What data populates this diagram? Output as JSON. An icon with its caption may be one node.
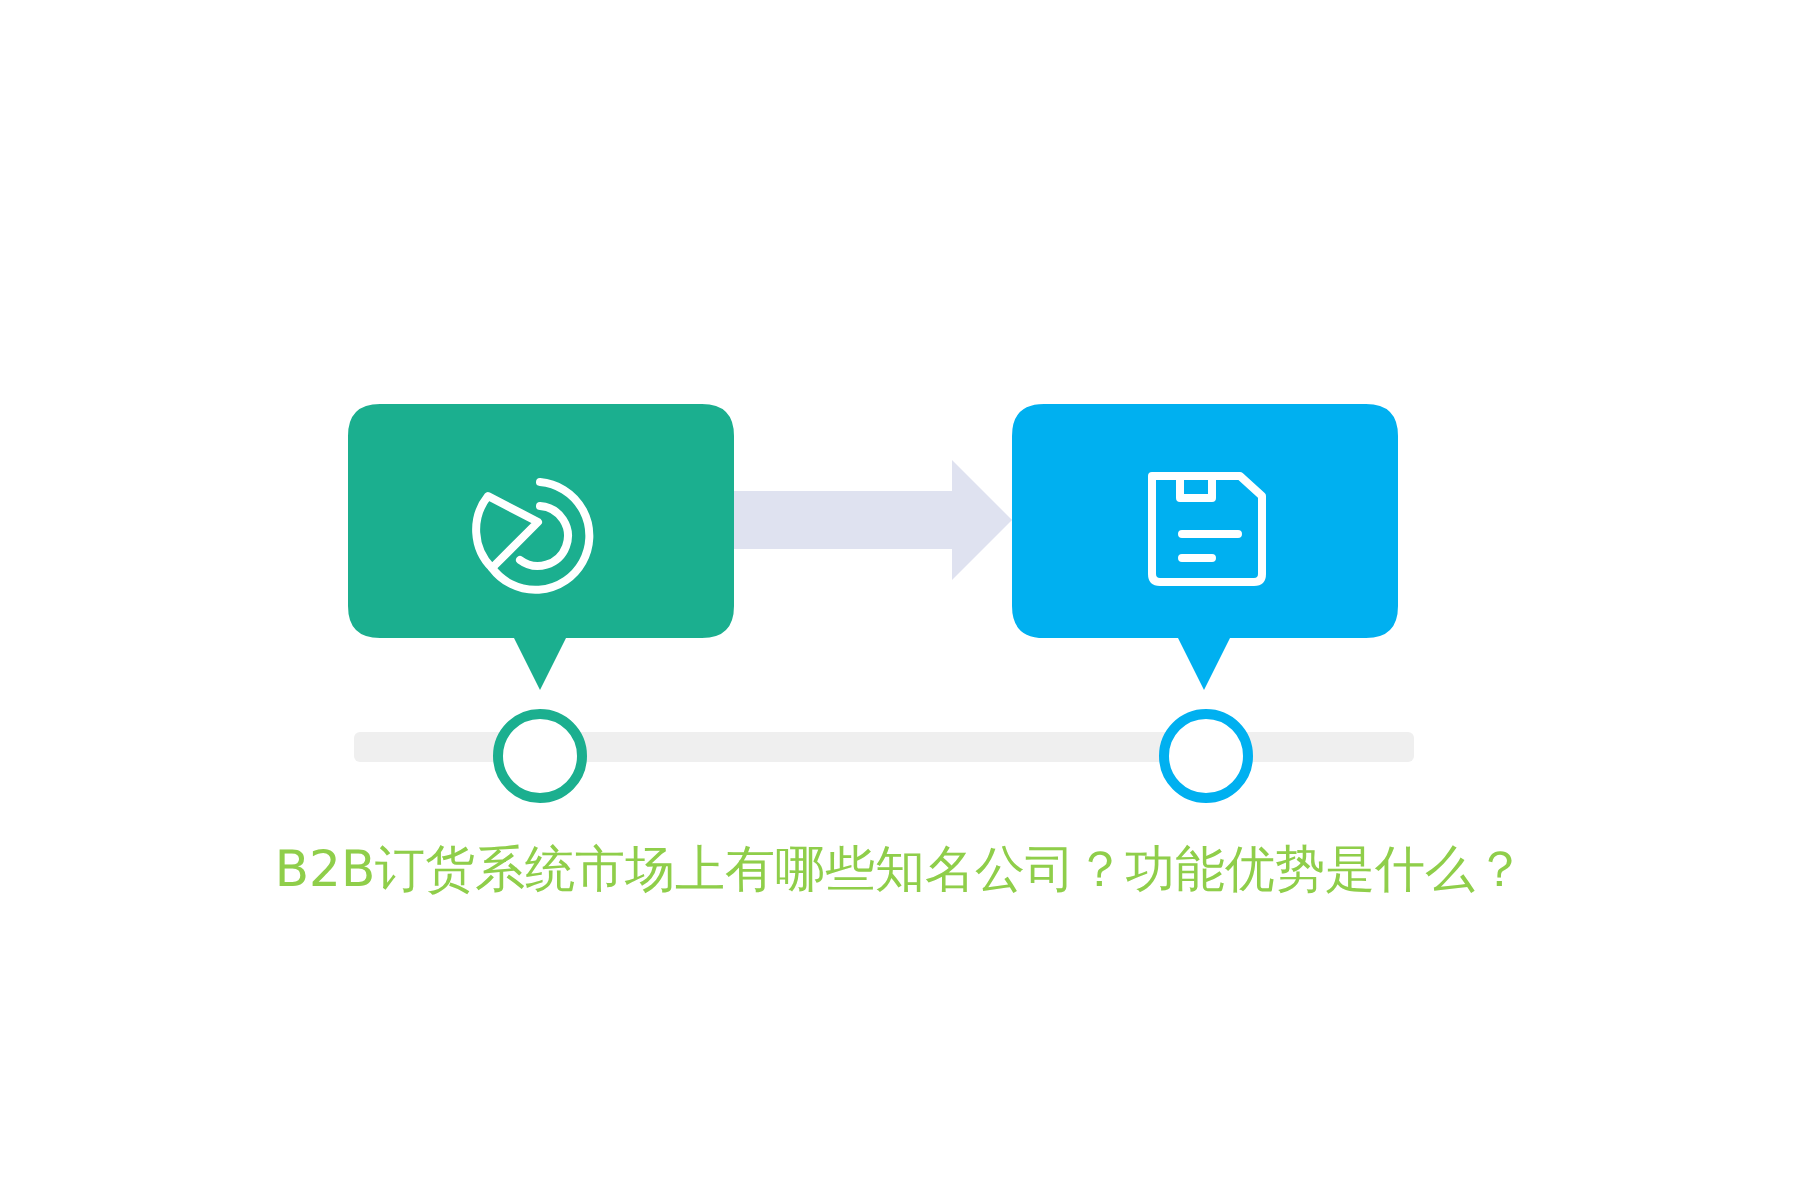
{
  "diagram": {
    "title": "B2B订货系统市场上有哪些知名公司？功能优势是什么？",
    "nodes": [
      {
        "text": [],
        "shape": "box"
      },
      {
        "text": [],
        "shape": "box"
      }
    ],
    "edges": [
      {
        "from": 0,
        "to": 1,
        "arrow": "to",
        "color": "#dfe2f0"
      }
    ]
  }
}
